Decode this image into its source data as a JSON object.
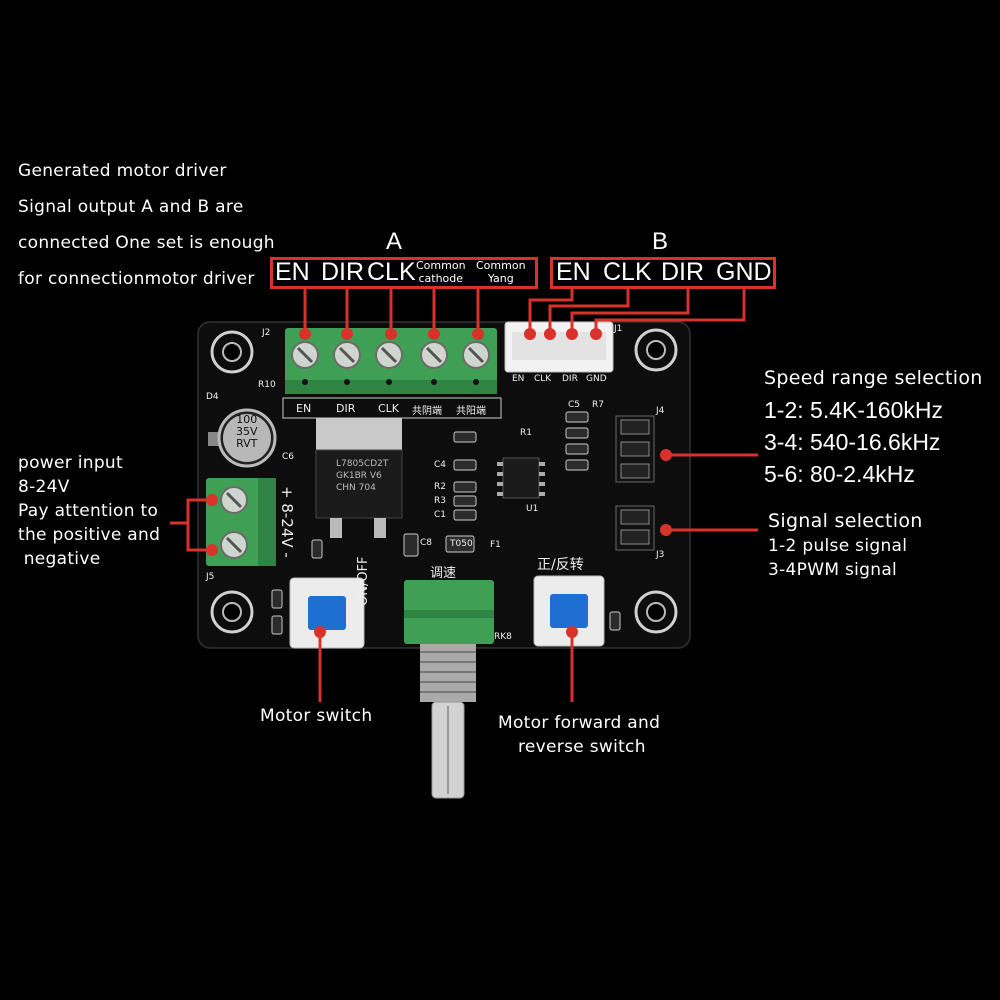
{
  "top_note": {
    "line1": "Generated motor driver",
    "line2": "Signal output A and B are",
    "line3": "connected One set is enough",
    "line4": "for connectionmotor driver"
  },
  "connector_a": {
    "title": "A",
    "pins": [
      "EN",
      "DIR",
      "CLK"
    ],
    "common_cathode": [
      "Common",
      "cathode"
    ],
    "common_yang": [
      "Common",
      "Yang"
    ]
  },
  "connector_b": {
    "title": "B",
    "pins": [
      "EN",
      "CLK",
      "DIR",
      "GND"
    ]
  },
  "speed_range": {
    "title": "Speed range selection",
    "items": [
      "1-2: 5.4K-160kHz",
      "3-4: 540-16.6kHz",
      "5-6: 80-2.4kHz"
    ]
  },
  "signal_selection": {
    "title": "Signal selection",
    "items": [
      "1-2 pulse signal",
      "3-4PWM signal"
    ]
  },
  "power": {
    "lines": [
      "power input",
      "8-24V",
      "Pay attention to",
      "the positive and",
      " negative"
    ]
  },
  "motor_switch": "Motor switch",
  "forward_reverse": [
    "Motor forward and",
    "reverse switch"
  ],
  "pcb": {
    "terminal_labels": [
      "EN",
      "DIR",
      "CLK",
      "共阴端",
      "共阳端"
    ],
    "header_labels": [
      "EN",
      "CLK",
      "DIR",
      "GND"
    ],
    "capacitor": [
      "100",
      "35V",
      "RVT"
    ],
    "regulator": [
      "L7805CD2T",
      "GK1BR V6",
      "CHN 704"
    ],
    "speed_label": "调速",
    "dir_label": "正/反转",
    "onoff_label": "ON/OFF",
    "power_label": "+ 8-24V -",
    "refs": [
      "J2",
      "J1",
      "R10",
      "D4",
      "C6",
      "R7",
      "C5",
      "C4",
      "R2",
      "R3",
      "C1",
      "U1",
      "R1",
      "C8",
      "F1",
      "T050",
      "J5",
      "RK8",
      "J4",
      "J3"
    ]
  },
  "colors": {
    "accent": "#d8322a",
    "terminal_green": "#3fa055",
    "button_blue": "#1e6fd1",
    "pcb_black": "#0d0d0d"
  }
}
